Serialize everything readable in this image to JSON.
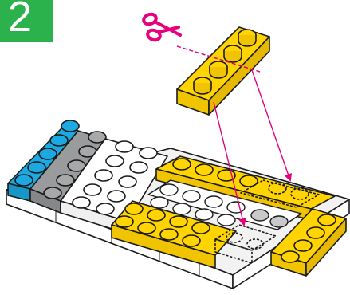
{
  "step": {
    "number": "2",
    "badge_color": "#2bb24c"
  },
  "illustration": {
    "icons": [
      "scissors-icon",
      "cut-line",
      "arrow"
    ],
    "colors": {
      "yellow": "#ffd400",
      "blue": "#1ca8e0",
      "gray": "#9a9b9d",
      "white": "#ffffff",
      "magenta": "#e6007e",
      "outline": "#1a1a1a"
    }
  }
}
